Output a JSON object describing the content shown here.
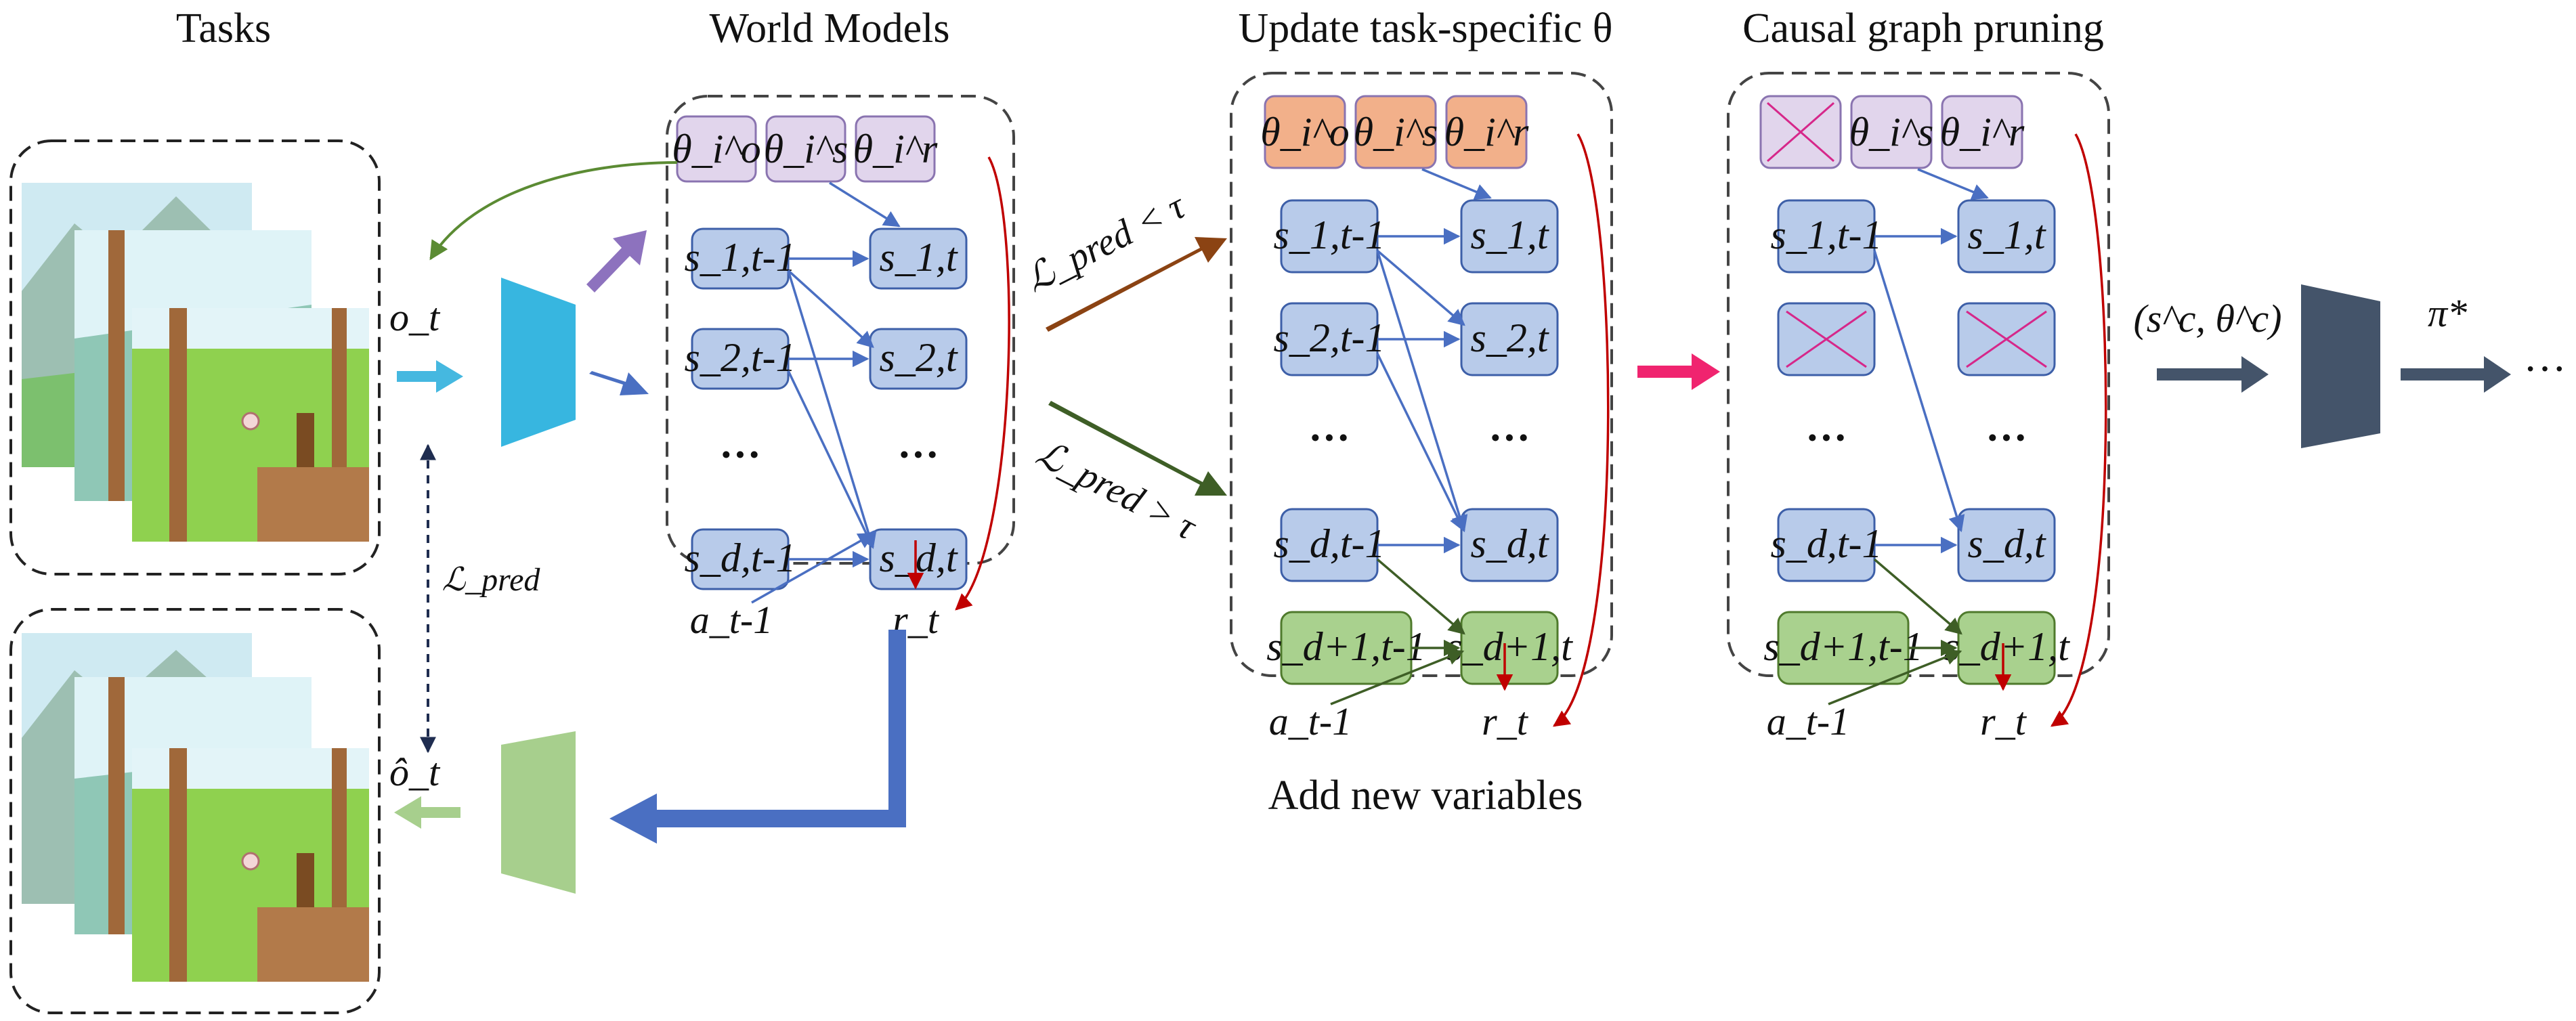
{
  "headings": {
    "tasks": "Tasks",
    "world_models": "World Models",
    "update": "Update task-specific θ",
    "pruning": "Causal graph pruning"
  },
  "captions": {
    "add_new_variables": "Add new variables"
  },
  "labels": {
    "obs": "o_t",
    "obs_hat": "ô_t",
    "loss": "ℒ_pred",
    "loss_lt": "ℒ_pred < τ",
    "loss_gt": "ℒ_pred > τ",
    "policy_input": "(s^c, θ^c)",
    "policy": "π*",
    "ellipsis": "···",
    "action": "a_t-1",
    "reward": "r_t"
  },
  "theta_params": [
    "θ_i^o",
    "θ_i^s",
    "θ_i^r"
  ],
  "state_rows_base": [
    "s_1",
    "s_2",
    "···",
    "s_d"
  ],
  "state_row_new": "s_d+1",
  "colors": {
    "theta_default": "#e1d5ec",
    "theta_updated": "#f2b08a",
    "state_node": "#b8cbea",
    "new_state_node": "#a9d18e",
    "cyan_arrow": "#45b8e0",
    "encoder": "#37b6e0",
    "decoder": "#a7cf8d",
    "purple_arrow": "#8d72be",
    "blue_arrow": "#4a6fc2",
    "brown_arrow": "#8b4313",
    "green_arrow": "#3e5e26",
    "pink_arrow": "#f0246f",
    "slate_arrow": "#44546a",
    "red_line": "#c00000",
    "cross": "#d6278a"
  }
}
